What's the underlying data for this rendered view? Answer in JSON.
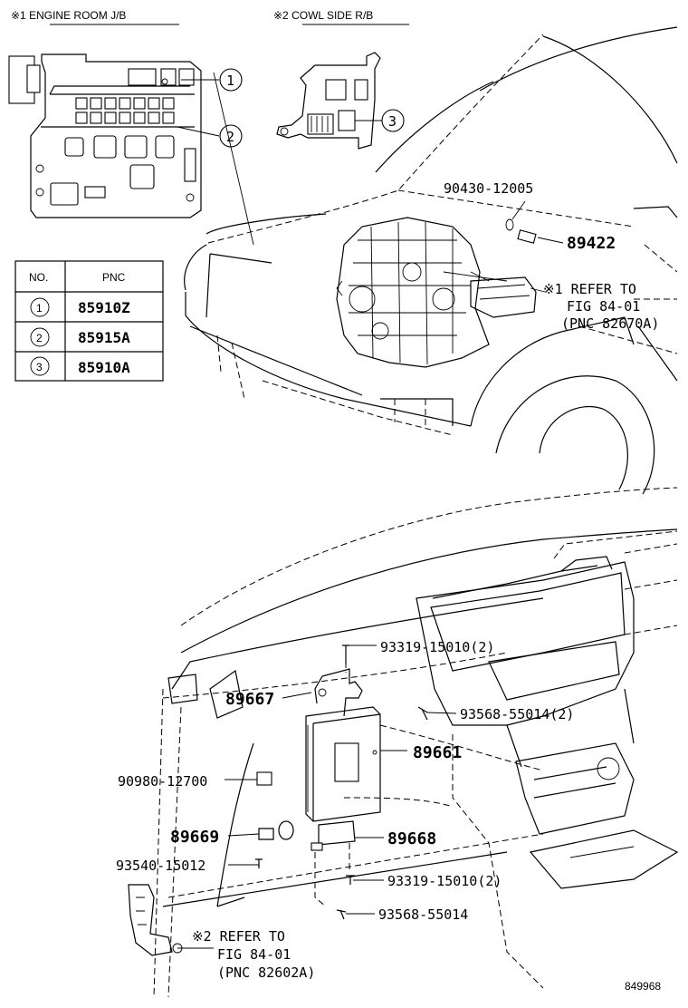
{
  "captions": {
    "engine_room": "※1  ENGINE ROOM J/B",
    "cowl_side": "※2  COWL SIDE R/B"
  },
  "table": {
    "headers": [
      "NO.",
      "PNC"
    ],
    "rows": [
      {
        "no": "1",
        "pnc": "85910Z"
      },
      {
        "no": "2",
        "pnc": "85915A"
      },
      {
        "no": "3",
        "pnc": "85910A"
      }
    ]
  },
  "callouts": {
    "c1": "1",
    "c2": "2",
    "c3": "3"
  },
  "parts": {
    "p90430": "90430-12005",
    "p89422": "89422",
    "p93319a": "93319-15010(2)",
    "p89667": "89667",
    "p93568a": "93568-55014(2)",
    "p89661": "89661",
    "p90980": "90980-12700",
    "p89669": "89669",
    "p89668": "89668",
    "p93540": "93540-15012",
    "p93319b": "93319-15010(2)",
    "p93568b": "93568-55014"
  },
  "refs": {
    "ref1_line1": "※1 REFER TO",
    "ref1_line2": "FIG 84-01",
    "ref1_line3": "(PNC 82670A)",
    "ref2_line1": "※2 REFER TO",
    "ref2_line2": "FIG 84-01",
    "ref2_line3": "(PNC 82602A)"
  },
  "figure_number": "849968"
}
